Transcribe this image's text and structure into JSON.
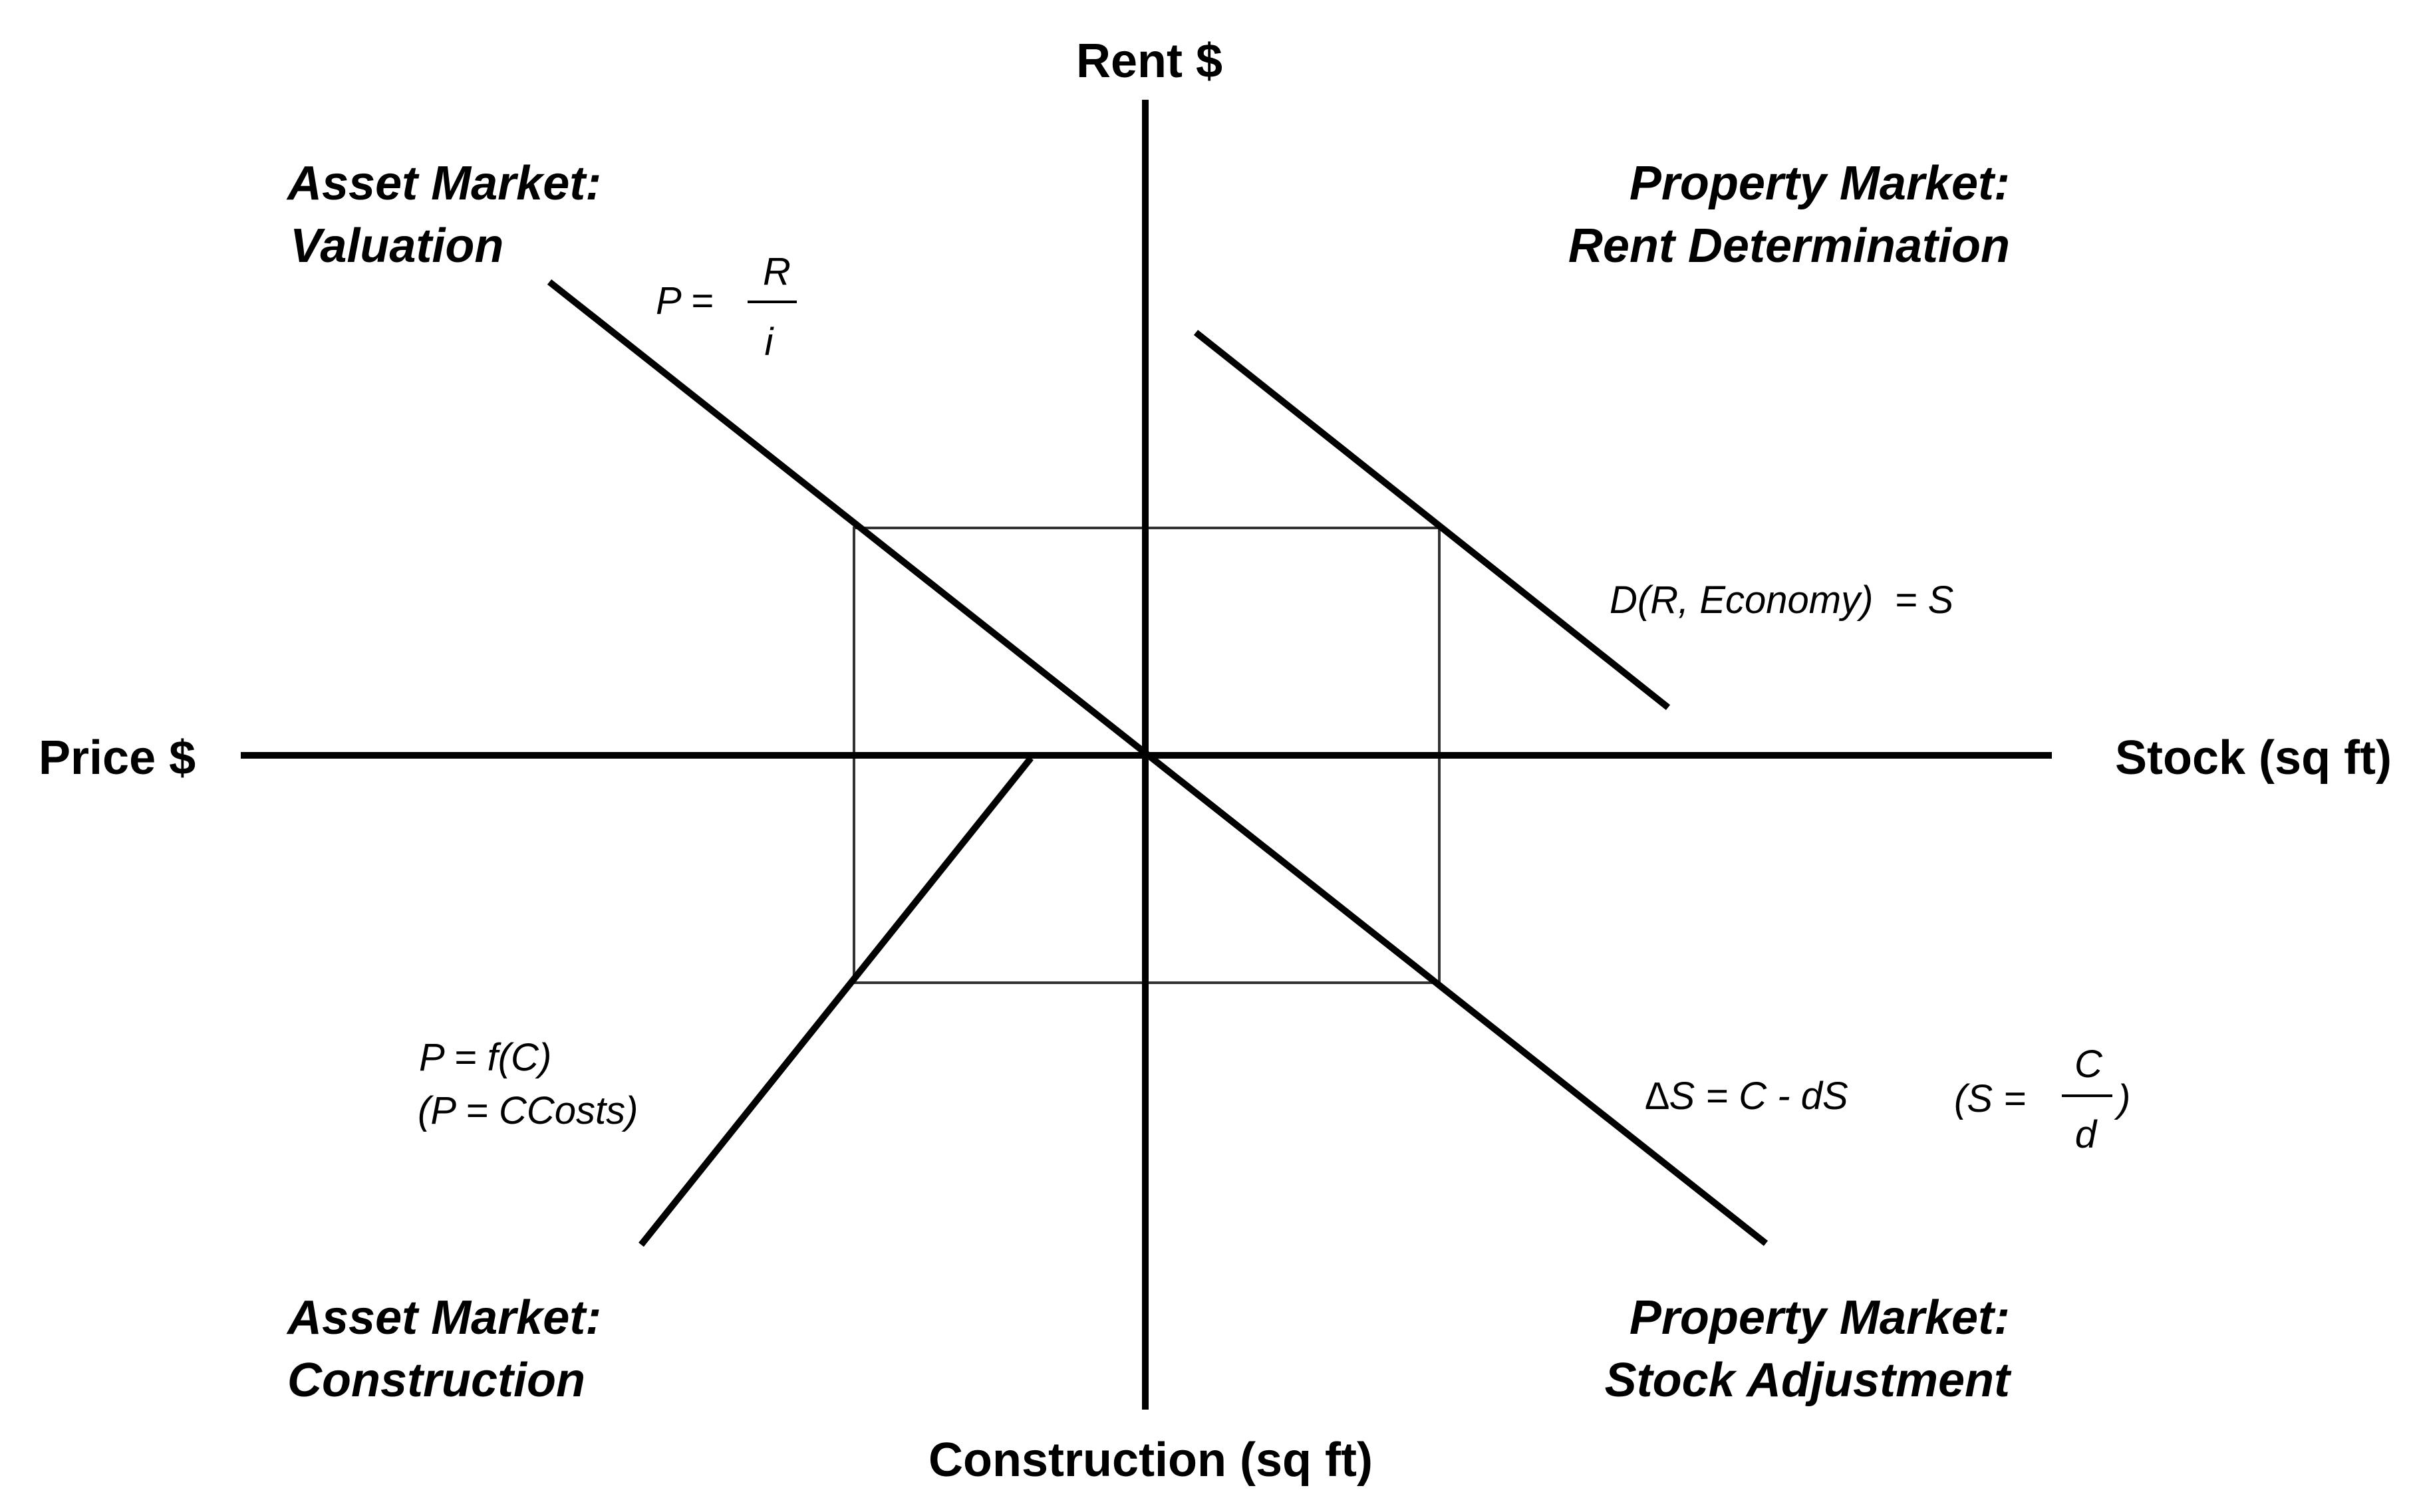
{
  "axes": {
    "top": "Rent $",
    "left": "Price $",
    "right": "Stock (sq ft)",
    "bottom": "Construction (sq ft)"
  },
  "quadrants": {
    "top_left": {
      "line1": "Asset Market:",
      "line2": "Valuation"
    },
    "top_right": {
      "line1": "Property Market:",
      "line2": "Rent Determination"
    },
    "bottom_left": {
      "line1": "Asset Market:",
      "line2": "Construction"
    },
    "bottom_right": {
      "line1": "Property Market:",
      "line2": "Stock Adjustment"
    }
  },
  "formulas": {
    "valuation": {
      "lhs": "P =",
      "numerator": "R",
      "denominator": "i"
    },
    "demand": "D(R, Economy)  = S",
    "construction": {
      "line1": "P = f(C)",
      "line2": "(P = CCosts)"
    },
    "stock_adjustment": "∆S = C - dS",
    "steady_state": {
      "open": "(S =",
      "numerator": "C",
      "denominator": "d",
      "close": ")"
    }
  },
  "colors": {
    "line": "#000000",
    "background": "#ffffff",
    "box": "#333333"
  }
}
